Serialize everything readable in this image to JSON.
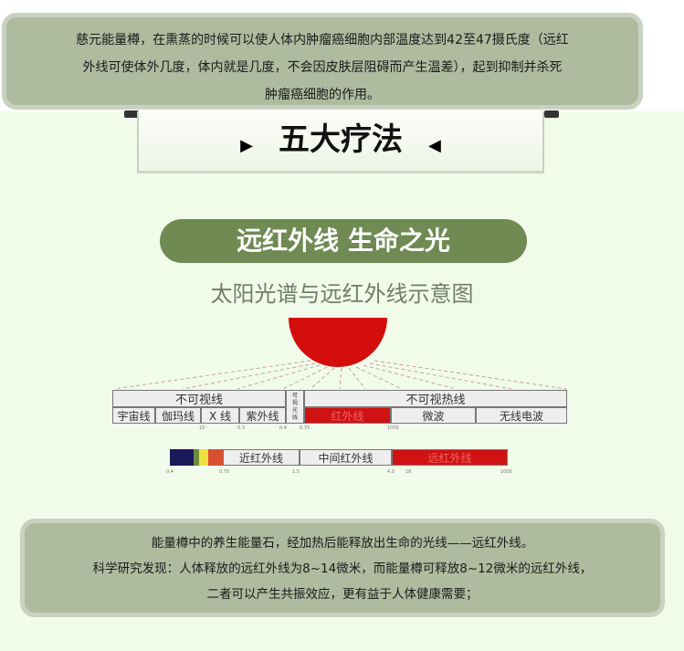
{
  "intro": {
    "line1": "慈元能量樽，在熏蒸的时候可以使人体内肿瘤癌细胞内部温度达到42至47摄氏度（远红",
    "line2": "外线可使体外几度，体内就是几度，不会因皮肤层阻碍而产生温差），起到抑制并杀死",
    "line3": "肿瘤癌细胞的作用。"
  },
  "banner": {
    "title": "五大疗法",
    "left_arrow": "▶",
    "right_arrow": "◀"
  },
  "section": {
    "pill": "远红外线 生命之光",
    "subtitle": "太阳光谱与远红外线示意图"
  },
  "spectrum": {
    "invisible": "不可视线",
    "visible": "可视光线",
    "invisible_heat": "不可视热线",
    "cells": [
      "宇宙线",
      "伽玛线",
      "X 线",
      "紫外线",
      "红外线",
      "微波",
      "无线电波"
    ],
    "ticks_top": [
      "10⁻",
      "0.3",
      "0.4",
      "0.75",
      "1000"
    ],
    "bands": [
      "近红外线",
      "中间红外线",
      "远红外线"
    ],
    "ticks_bottom": [
      "0.4",
      "0.75",
      "1.5",
      "4.0",
      "16",
      "1000"
    ]
  },
  "footer": {
    "line1": "能量樽中的养生能量石，经加热后能释放出生命的光线——远红外线。",
    "line2": "科学研究发现：人体释放的远红外线为8~14微米，而能量樽可释放8~12微米的远红外线，",
    "line3": "二者可以产生共振效应，更有益于人体健康需要；"
  }
}
